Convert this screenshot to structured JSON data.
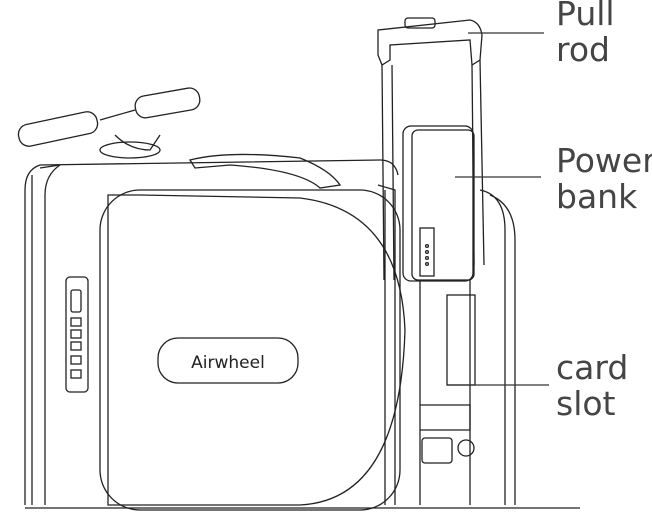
{
  "labels": {
    "pull_rod": [
      "Pull",
      "rod"
    ],
    "power_bank": [
      "Power",
      "bank"
    ],
    "card_slot": [
      "card",
      "slot"
    ]
  },
  "brand": "Airwheel"
}
